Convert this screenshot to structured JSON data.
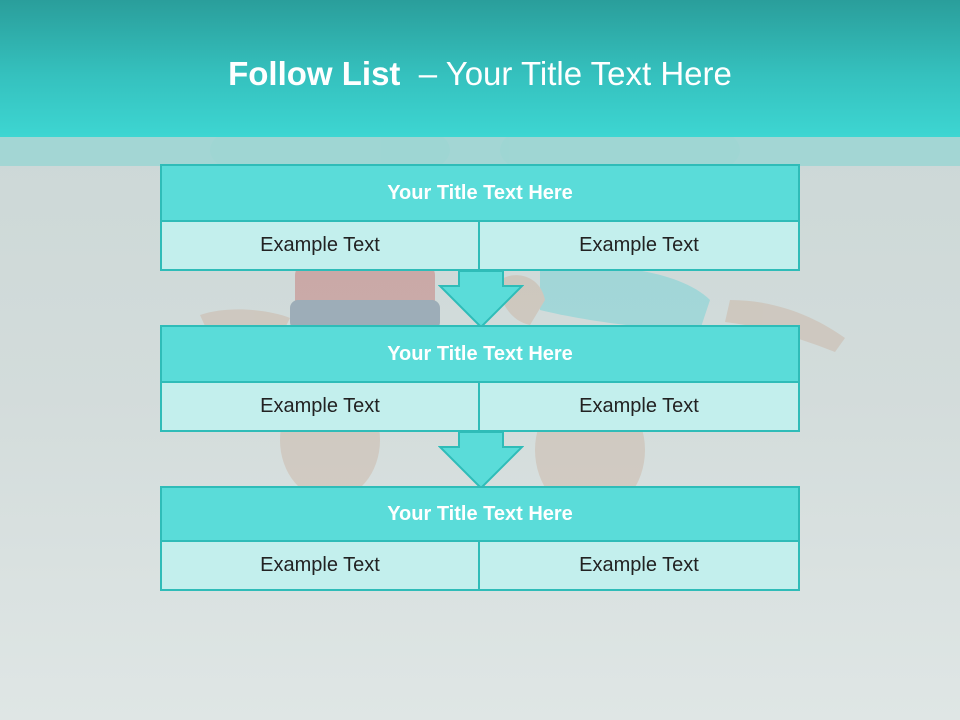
{
  "slide": {
    "title_bold": "Follow List",
    "title_rest": "– Your Title Text Here"
  },
  "blocks": [
    {
      "title": "Your Title Text Here",
      "cells": [
        "Example Text",
        "Example Text"
      ]
    },
    {
      "title": "Your Title Text Here",
      "cells": [
        "Example Text",
        "Example Text"
      ]
    },
    {
      "title": "Your Title Text Here",
      "cells": [
        "Example Text",
        "Example Text"
      ]
    }
  ],
  "colors": {
    "header": "#3dd6d2",
    "block_title_fill": "#5adcd9",
    "block_cell_fill": "#c3efed",
    "border": "#2fbcb8"
  }
}
